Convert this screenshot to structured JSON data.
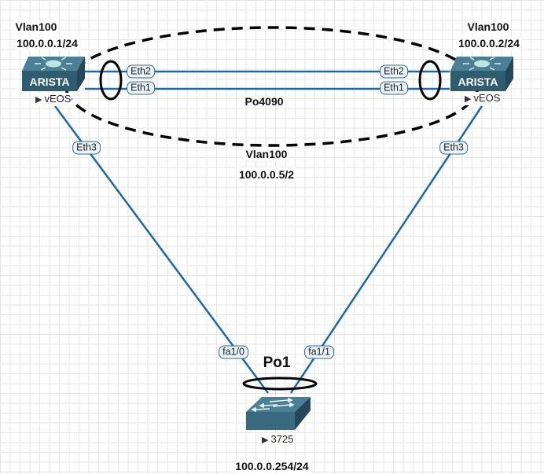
{
  "diagram": {
    "colors": {
      "link": "#1a6aa8",
      "device_top": "#2f5d70",
      "device_front": "#3a6a80",
      "bundle_ring": "#000000",
      "mlag_ellipse": "#000000"
    },
    "devices": [
      {
        "id": "sw1",
        "type": "arista-switch",
        "brand": "ARISTA",
        "name": "vEOS",
        "vlan": "Vlan100",
        "ip": "100.0.0.1/24"
      },
      {
        "id": "sw2",
        "type": "arista-switch",
        "brand": "ARISTA",
        "name": "vEOS",
        "vlan": "Vlan100",
        "ip": "100.0.0.2/24"
      },
      {
        "id": "sw3",
        "type": "l2-switch",
        "name": "3725",
        "ip": "100.0.0.254/24"
      }
    ],
    "links": [
      {
        "from": "sw1",
        "from_port": "Eth2",
        "to": "sw2",
        "to_port": "Eth2"
      },
      {
        "from": "sw1",
        "from_port": "Eth1",
        "to": "sw2",
        "to_port": "Eth1"
      },
      {
        "from": "sw1",
        "from_port": "Eth3",
        "to": "sw3",
        "to_port": "fa1/0"
      },
      {
        "from": "sw2",
        "from_port": "Eth3",
        "to": "sw3",
        "to_port": "fa1/1"
      }
    ],
    "port_channels": {
      "peer_link": "Po4090",
      "downlink": "Po1"
    },
    "mlag": {
      "vlan": "Vlan100",
      "ip": "100.0.0.5/2"
    }
  }
}
